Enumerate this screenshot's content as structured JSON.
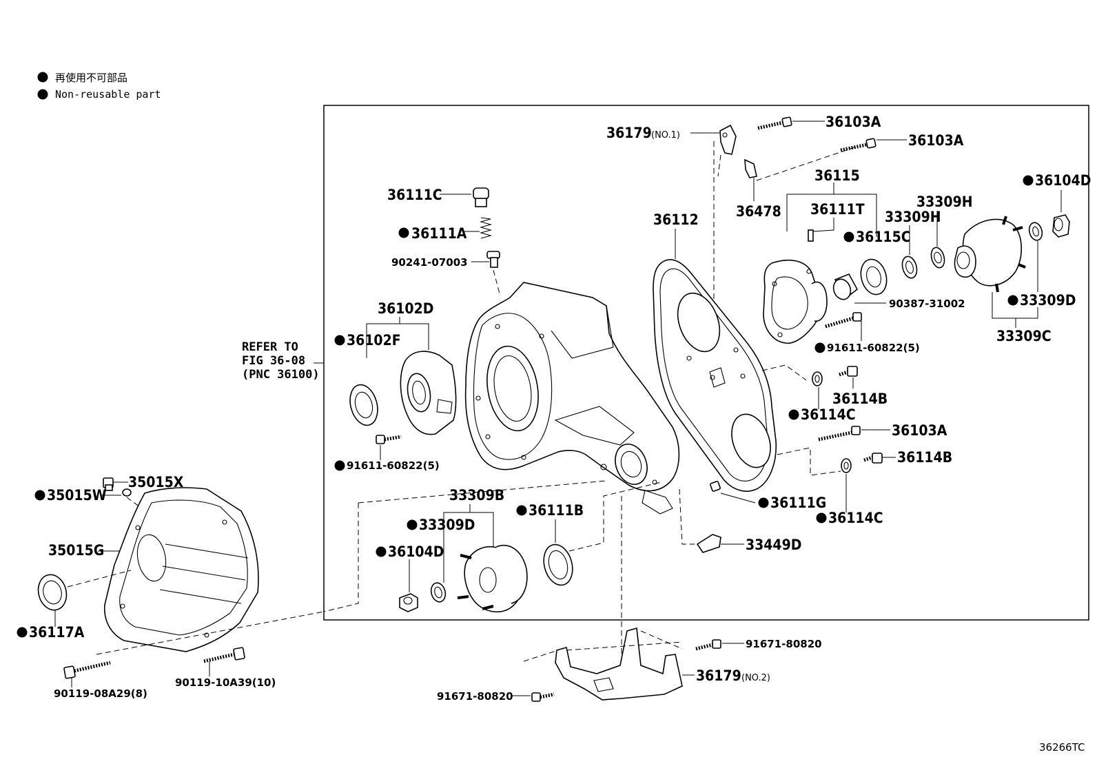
{
  "legend": {
    "line_jp": "再使用不可部品",
    "line_en": "Non-reusable part"
  },
  "refer_note": [
    "REFER TO",
    "FIG 36-08",
    "(PNC 36100)"
  ],
  "figure_code": "36266TC",
  "parts": {
    "p36103A_top": "36103A",
    "p36103A_mid": "36103A",
    "p36103A_low": "36103A",
    "p36179_no1": "36179",
    "p36179_no1_suffix": "(NO.1)",
    "p36478": "36478",
    "p36115": "36115",
    "p36111T": "36111T",
    "p36115C": "36115C",
    "p33309H_a": "33309H",
    "p33309H_b": "33309H",
    "p36104D_top": "36104D",
    "p33309D_right": "33309D",
    "p33309C": "33309C",
    "p90387": "90387-31002",
    "p91611_right": "91611-60822(5)",
    "p36112": "36112",
    "p36111C": "36111C",
    "p36111A": "36111A",
    "p90241": "90241-07003",
    "p36102D": "36102D",
    "p36102F": "36102F",
    "p91611_left": "91611-60822(5)",
    "p36114B_a": "36114B",
    "p36114C_a": "36114C",
    "p36114B_b": "36114B",
    "p36114C_b": "36114C",
    "p36111G": "36111G",
    "p33449D": "33449D",
    "p33309B": "33309B",
    "p33309D_left": "33309D",
    "p36104D_left": "36104D",
    "p36111B": "36111B",
    "p35015X": "35015X",
    "p35015W": "35015W",
    "p35015G": "35015G",
    "p36117A": "36117A",
    "p90119_08": "90119-08A29(8)",
    "p90119_10": "90119-10A39(10)",
    "p91671_a": "91671-80820",
    "p91671_b": "91671-80820",
    "p36179_no2": "36179",
    "p36179_no2_suffix": "(NO.2)"
  }
}
